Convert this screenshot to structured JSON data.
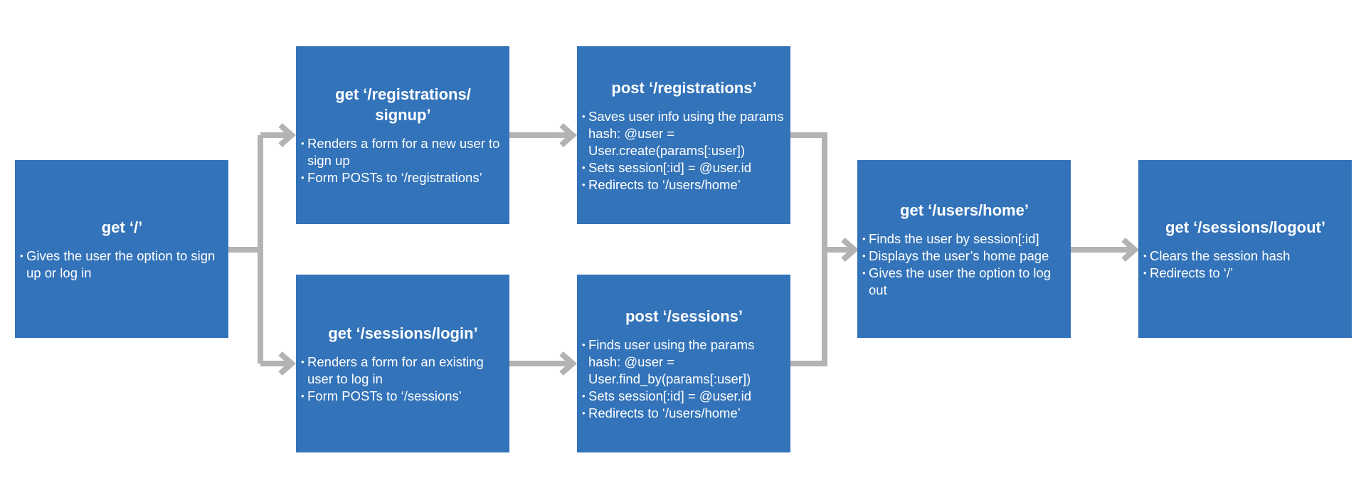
{
  "nodes": {
    "root": {
      "title": "get ‘/’",
      "items": [
        "Gives the user the option to sign up or log in"
      ]
    },
    "signup": {
      "title": "get ‘/registrations/ signup’",
      "items": [
        "Renders a form for a new user to sign up",
        "Form POSTs to ‘/registrations’"
      ]
    },
    "login": {
      "title": "get ‘/sessions/login’",
      "items": [
        "Renders a form for an existing user to log in",
        "Form POSTs to ‘/sessions’"
      ]
    },
    "post_registrations": {
      "title": "post ‘/registrations’",
      "items": [
        "Saves user info using the params hash: @user = User.create(params[:user])",
        "Sets session[:id] = @user.id",
        "Redirects to ‘/users/home’"
      ]
    },
    "post_sessions": {
      "title": "post ‘/sessions’",
      "items": [
        "Finds user using the params hash: @user = User.find_by(params[:user])",
        "Sets session[:id] = @user.id",
        "Redirects to ‘/users/home’"
      ]
    },
    "home": {
      "title": "get ‘/users/home’",
      "items": [
        "Finds the user by session[:id]",
        "Displays the user’s home page",
        "Gives the user the option to log out"
      ]
    },
    "logout": {
      "title": "get ‘/sessions/logout’",
      "items": [
        "Clears the session hash",
        "Redirects to ‘/’"
      ]
    }
  },
  "colors": {
    "box": "#3373b9",
    "text": "#ffffff",
    "connector": "#b3b3b3",
    "background": "#ffffff"
  }
}
